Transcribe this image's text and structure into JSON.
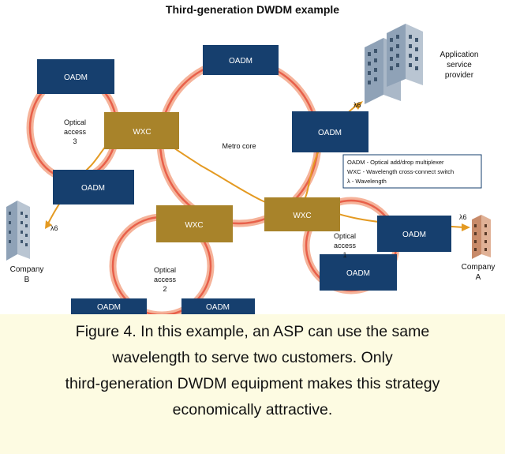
{
  "title": "Third-generation DWDM example",
  "nodes": {
    "oadm_top": "OADM",
    "oadm_left_top": "OADM",
    "oadm_left_bottom": "OADM",
    "oadm_right": "OADM",
    "oadm_company_a": "OADM",
    "oadm_access1_bottom": "OADM",
    "oadm_access2_left": "OADM",
    "oadm_access2_right": "OADM",
    "wxc_left": "WXC",
    "wxc_center": "WXC",
    "wxc_right": "WXC"
  },
  "labels": {
    "metro_core": "Metro core",
    "optical_access_3": [
      "Optical",
      "access",
      "3"
    ],
    "optical_access_2": [
      "Optical",
      "access",
      "2"
    ],
    "optical_access_1": [
      "Optical",
      "access",
      "1"
    ],
    "asp": [
      "Application",
      "service",
      "provider"
    ],
    "company_a": [
      "Company",
      "A"
    ],
    "company_b": [
      "Company",
      "B"
    ],
    "lambda_asp": "λ6",
    "lambda_a": "λ6",
    "lambda_b": "λ6"
  },
  "legend": [
    "OADM - Optical add/drop multiplexer",
    "WXC - Wavelength cross-connect switch",
    "λ - Wavelength"
  ],
  "colors": {
    "oadm_fill": "#163f6e",
    "wxc_fill": "#a8832a",
    "ring": "#e8604a",
    "path": "#e49a22"
  },
  "caption": [
    "Figure 4. In this example, an ASP can use the same",
    "wavelength to serve two customers. Only",
    "third-generation DWDM equipment makes this strategy",
    "economically attractive."
  ]
}
